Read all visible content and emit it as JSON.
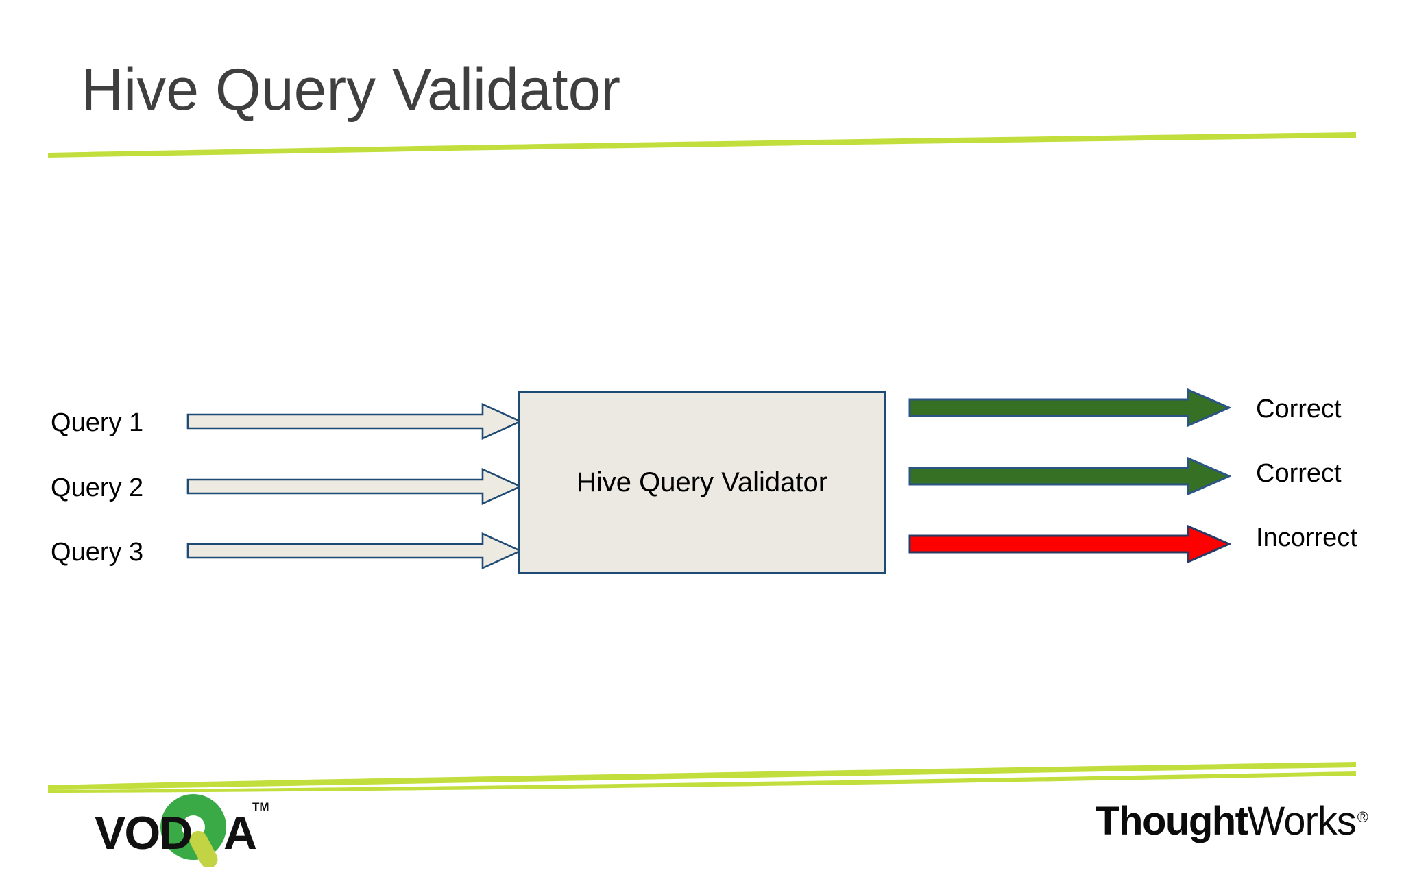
{
  "slide": {
    "title": "Hive Query Validator",
    "background_color": "#ffffff",
    "title_color": "#3f3f3f",
    "accent_color": "#C2DE3C"
  },
  "diagram": {
    "type": "flow",
    "process_box": {
      "label": "Hive Query Validator",
      "fill_color": "#EBE9E1",
      "border_color": "#1F4A73"
    },
    "inputs": [
      {
        "label": "Query 1",
        "arrow_fill": "#EDEAE2",
        "arrow_stroke": "#1F4A73"
      },
      {
        "label": "Query 2",
        "arrow_fill": "#EDEAE2",
        "arrow_stroke": "#1F4A73"
      },
      {
        "label": "Query 3",
        "arrow_fill": "#EDEAE2",
        "arrow_stroke": "#1F4A73"
      }
    ],
    "outputs": [
      {
        "label": "Correct",
        "arrow_fill": "#357024",
        "arrow_stroke": "#1F3D6B",
        "status": "correct"
      },
      {
        "label": "Correct",
        "arrow_fill": "#357024",
        "arrow_stroke": "#1F3D6B",
        "status": "correct"
      },
      {
        "label": "Incorrect",
        "arrow_fill": "#FF0000",
        "arrow_stroke": "#2B3A64",
        "status": "incorrect"
      }
    ]
  },
  "footer": {
    "vodqa": {
      "text_left": "VOD",
      "text_right": "A",
      "mark": "Q",
      "trademark": "TM",
      "circle_color": "#3AAA47",
      "tail_color": "#C2D443",
      "text_color": "#111111"
    },
    "thoughtworks": {
      "bold_part": "Thought",
      "light_part": "Works",
      "registered": "®",
      "color": "#0b0b0b"
    }
  }
}
